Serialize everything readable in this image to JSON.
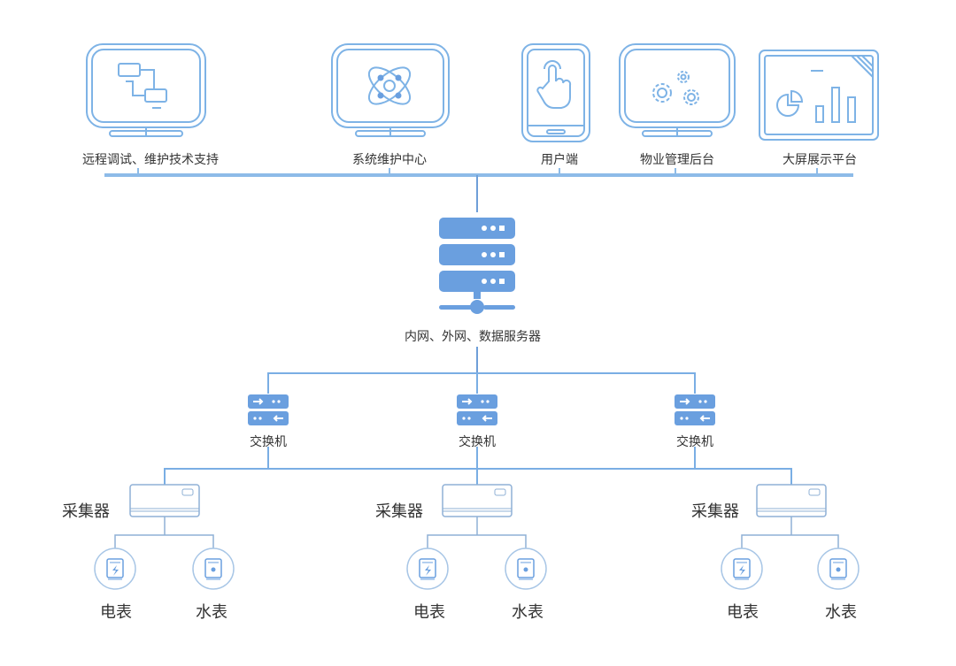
{
  "top_endpoints": [
    {
      "label": "远程调试、维护技术支持",
      "icon": "network-monitor-icon"
    },
    {
      "label": "系统维护中心",
      "icon": "atom-monitor-icon"
    },
    {
      "label": "用户端",
      "icon": "touch-phone-icon"
    },
    {
      "label": "物业管理后台",
      "icon": "gears-monitor-icon"
    },
    {
      "label": "大屏展示平台",
      "icon": "dashboard-screen-icon"
    }
  ],
  "server": {
    "label": "内网、外网、数据服务器",
    "icon": "server-rack-icon"
  },
  "switches": [
    {
      "label": "交换机"
    },
    {
      "label": "交换机"
    },
    {
      "label": "交换机"
    }
  ],
  "collectors": [
    {
      "label": "采集器",
      "meters": [
        {
          "label": "电表",
          "icon": "electric-meter-icon"
        },
        {
          "label": "水表",
          "icon": "water-meter-icon"
        }
      ]
    },
    {
      "label": "采集器",
      "meters": [
        {
          "label": "电表",
          "icon": "electric-meter-icon"
        },
        {
          "label": "水表",
          "icon": "water-meter-icon"
        }
      ]
    },
    {
      "label": "采集器",
      "meters": [
        {
          "label": "电表",
          "icon": "electric-meter-icon"
        },
        {
          "label": "水表",
          "icon": "water-meter-icon"
        }
      ]
    }
  ],
  "colors": {
    "line": "#7aaee4",
    "icon_fill": "#6a9fdf",
    "outline": "#7eb3e6",
    "thin": "#8fb0d6"
  }
}
